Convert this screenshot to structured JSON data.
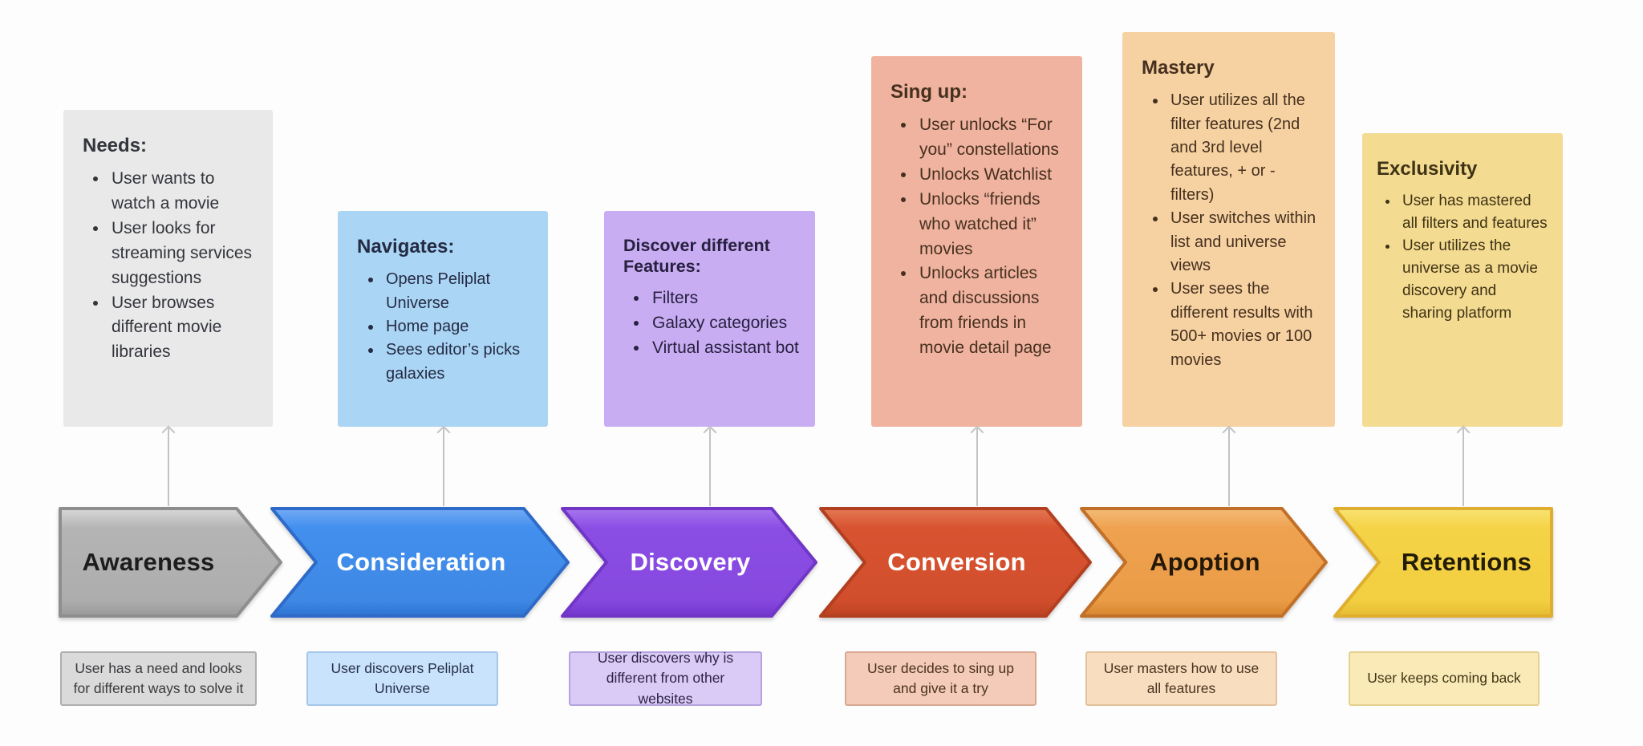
{
  "diagram": {
    "type": "user-journey-funnel",
    "connector_color": "#c3c3c3",
    "background": "#ffffff"
  },
  "stages": [
    {
      "label": "Awareness",
      "card": {
        "title": "Needs:",
        "bullets": [
          "User wants to watch a movie",
          "User looks for streaming services suggestions",
          "User browses different movie libraries"
        ]
      },
      "note": "User has a need and looks for different ways to solve it",
      "colors": {
        "arrow": "#b4b4b4",
        "arrow_border": "#8e8e8e",
        "arrow_text": "#1d1d1d",
        "card": "#e9e9e9",
        "note": "#dadada",
        "note_border": "#aeaeae"
      }
    },
    {
      "label": "Consideration",
      "card": {
        "title": "Navigates:",
        "bullets": [
          "Opens Peliplat Universe",
          "Home page",
          "Sees editor’s picks galaxies"
        ]
      },
      "note": "User discovers Peliplat Universe",
      "colors": {
        "arrow": "#418fee",
        "arrow_border": "#2e6bc8",
        "arrow_text": "#ffffff",
        "card": "#abd5f5",
        "note": "#c8e3fb",
        "note_border": "#a5c7ea"
      }
    },
    {
      "label": "Discovery",
      "card": {
        "title": "Discover different Features:",
        "bullets": [
          "Filters",
          "Galaxy categories",
          "Virtual assistant bot"
        ]
      },
      "note": "User discovers why is different from other websites",
      "colors": {
        "arrow": "#8b4ee5",
        "arrow_border": "#7136c6",
        "arrow_text": "#ffffff",
        "card": "#c9adf3",
        "note": "#d9caf6",
        "note_border": "#b4a3de"
      }
    },
    {
      "label": "Conversion",
      "card": {
        "title": "Sing up:",
        "bullets": [
          "User unlocks “For you” constellations",
          "Unlocks Watchlist",
          "Unlocks “friends who watched it” movies",
          "Unlocks articles and discussions from friends in movie detail page"
        ]
      },
      "note": "User decides to sing up and give it a try",
      "colors": {
        "arrow": "#d85330",
        "arrow_border": "#b23f20",
        "arrow_text": "#ffffff",
        "card": "#f0b3a0",
        "note": "#f4cbb9",
        "note_border": "#d9a893"
      }
    },
    {
      "label": "Apoption",
      "card": {
        "title": "Mastery",
        "bullets": [
          "User utilizes all the filter features (2nd and 3rd level features, + or - filters)",
          "User switches within list and universe views",
          "User sees the different results with 500+ movies or 100 movies"
        ]
      },
      "note": "User masters how to use all features",
      "colors": {
        "arrow": "#efa250",
        "arrow_border": "#c27028",
        "arrow_text": "#241808",
        "card": "#f6d2a2",
        "note": "#f8debf",
        "note_border": "#e2c19c"
      }
    },
    {
      "label": "Retentions",
      "card": {
        "title": "Exclusivity",
        "bullets": [
          "User has mastered all filters and features",
          "User utilizes the universe as a movie discovery and sharing platform"
        ]
      },
      "note": "User keeps coming back",
      "colors": {
        "arrow": "#f5d347",
        "arrow_border": "#e0ae2f",
        "arrow_text": "#231c06",
        "card": "#f4db92",
        "note": "#f9eab8",
        "note_border": "#e6d08f"
      }
    }
  ]
}
